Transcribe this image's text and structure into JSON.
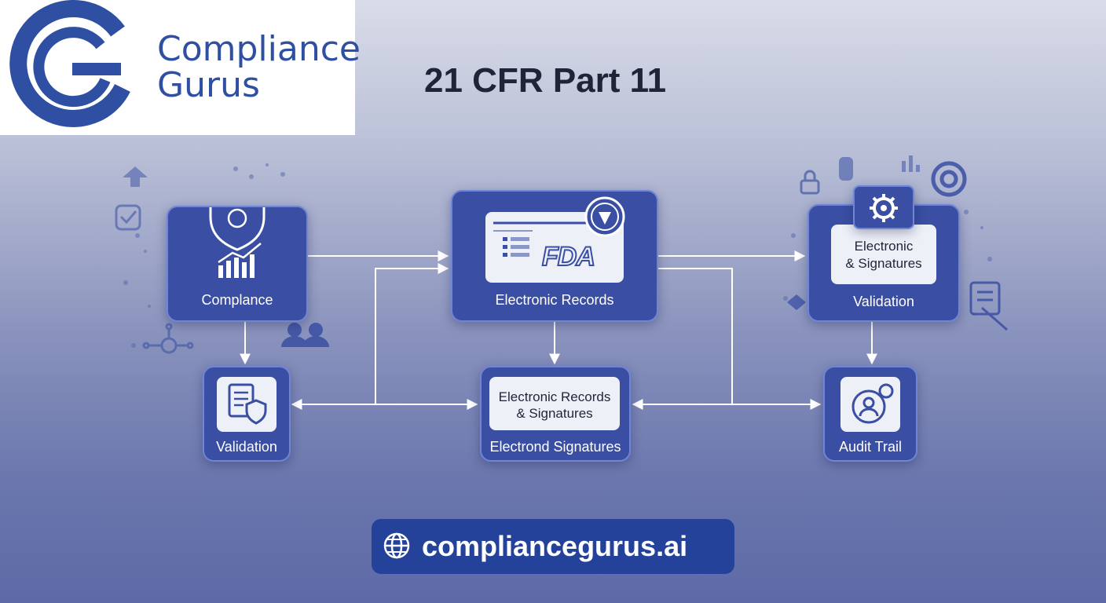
{
  "brand": {
    "line1": "Compliance",
    "line2": "Gurus"
  },
  "title": "21 CFR Part 11",
  "nodes": {
    "compliance": {
      "label": "Complance"
    },
    "electronic_records": {
      "label": "Electronic Records",
      "badge": "FDA"
    },
    "esig_validation": {
      "inner_line1": "Electronic",
      "inner_line2": "& Signatures",
      "label": "Validation"
    },
    "validation": {
      "label": "Validation"
    },
    "records_signatures": {
      "inner_line1": "Electronic Records",
      "inner_line2": "& Signatures",
      "label": "Electrond Signatures"
    },
    "audit_trail": {
      "label": "Audit Trail"
    }
  },
  "footer": {
    "url": "compliancegurus.ai"
  },
  "colors": {
    "node": "#3a4fa3",
    "accent": "#24429a",
    "logo": "#2f4fa3",
    "connector": "#ffffff"
  }
}
